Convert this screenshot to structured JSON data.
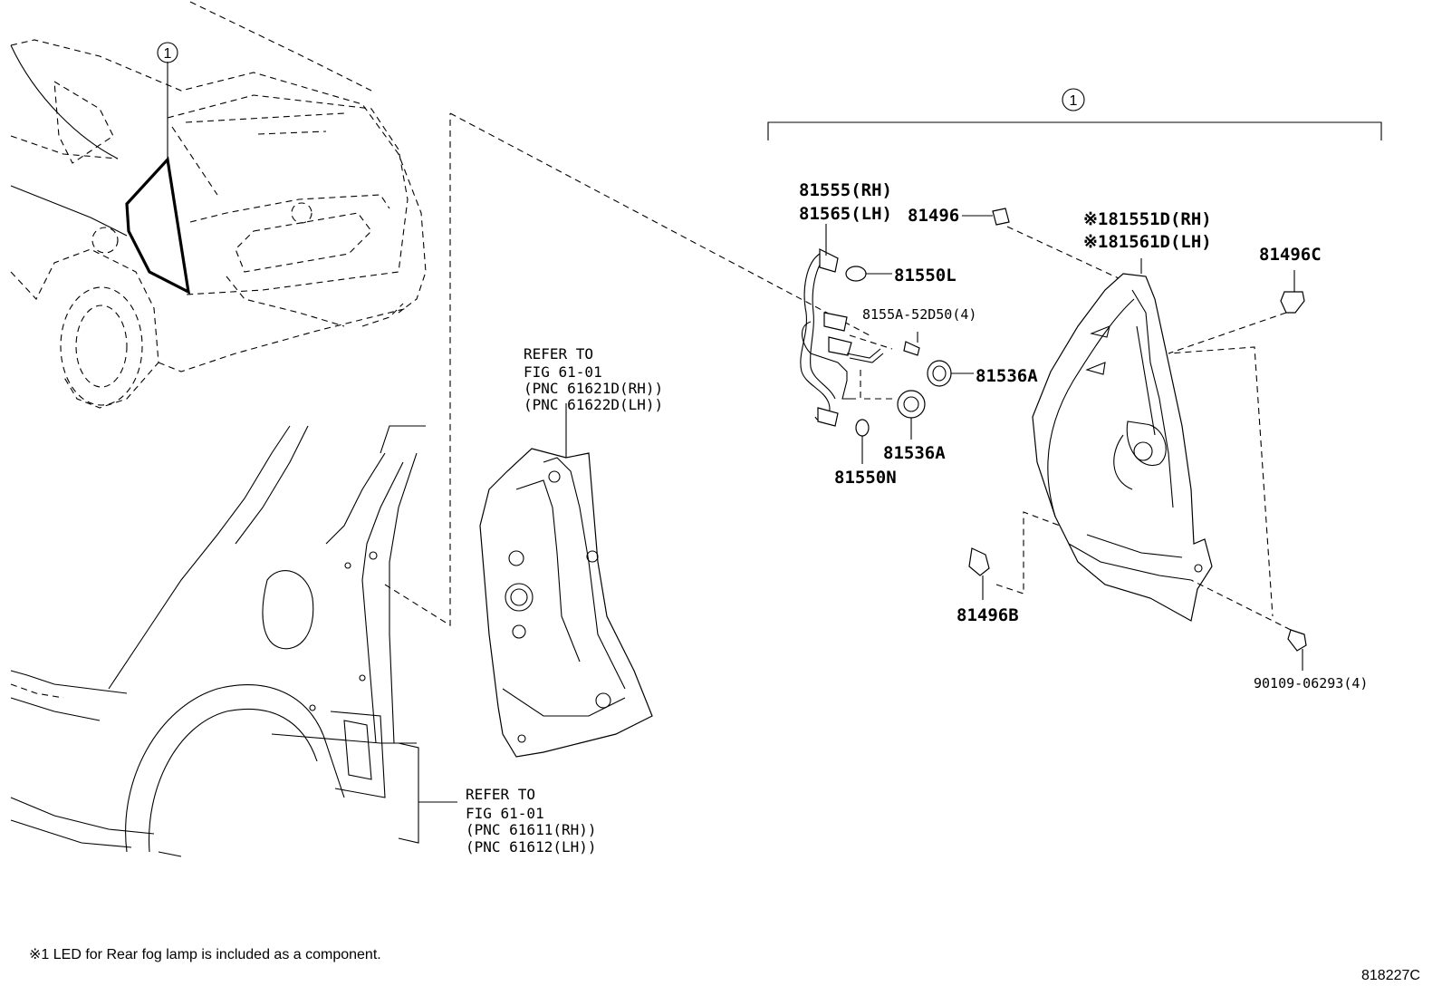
{
  "callout": {
    "ref_number": "1",
    "component_note": "※1 LED for Rear fog lamp is included as a component."
  },
  "figure_id": "818227C",
  "parts": {
    "p81555": "81555(RH)",
    "p81565": "81565(LH)",
    "p81496": "81496",
    "p81551D": "※181551D(RH)",
    "p81561D": "※181561D(LH)",
    "p81496C": "81496C",
    "p81550L": "81550L",
    "p8155A": "8155A-52D50(4)",
    "p81536A_1": "81536A",
    "p81536A_2": "81536A",
    "p81550N": "81550N",
    "p81496B": "81496B",
    "p90109": "90109-06293(4)"
  },
  "refs": {
    "upper": {
      "line1": "REFER TO",
      "line2": "FIG 61-01",
      "line3": "(PNC 61621D(RH))",
      "line4": "(PNC 61622D(LH))"
    },
    "lower": {
      "line1": "REFER TO",
      "line2": "FIG 61-01",
      "line3": "(PNC 61611(RH))",
      "line4": "(PNC 61612(LH))"
    }
  }
}
